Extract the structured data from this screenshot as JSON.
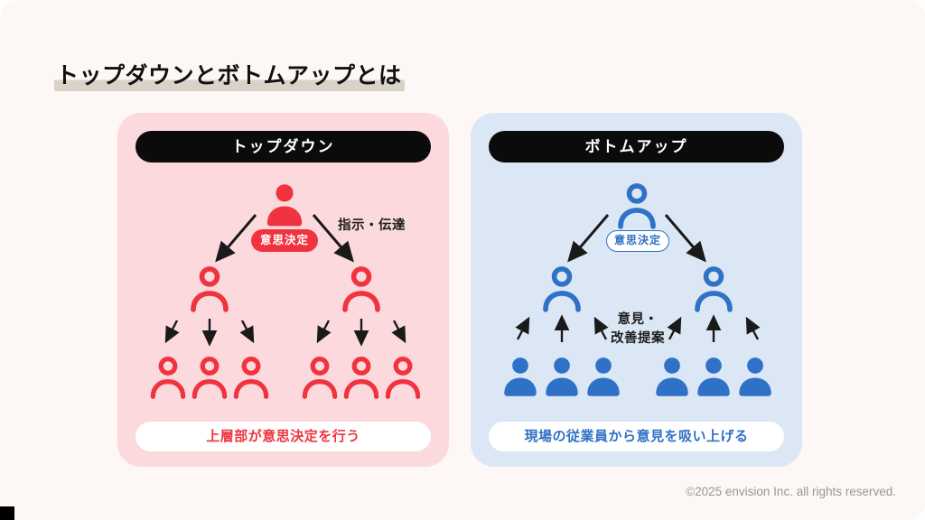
{
  "page": {
    "title": "トップダウンとボトムアップとは",
    "footer": "©2025 envision Inc. all rights reserved."
  },
  "topdown": {
    "header": "トップダウン",
    "decision_badge": "意思決定",
    "flow_label": "指示・伝達",
    "caption": "上層部が意思決定を行う"
  },
  "bottomup": {
    "header": "ボトムアップ",
    "decision_badge": "意思決定",
    "flow_label_line1": "意見・",
    "flow_label_line2": "改善提案",
    "caption": "現場の従業員から意見を吸い上げる"
  },
  "icons": {
    "person_filled": "person-silhouette-filled",
    "person_outline": "person-silhouette-outline",
    "arrow": "solid-black-arrow"
  },
  "colors": {
    "page_bg": "#FDF8F6",
    "title_highlight": "#D8D2C7",
    "black_pill": "#0B0B0B",
    "red": "#F0333E",
    "red_panel_bg": "#FBD9DC",
    "blue": "#2F71C6",
    "blue_panel_bg": "#DBE7F5",
    "footer_text": "#9B9691"
  }
}
